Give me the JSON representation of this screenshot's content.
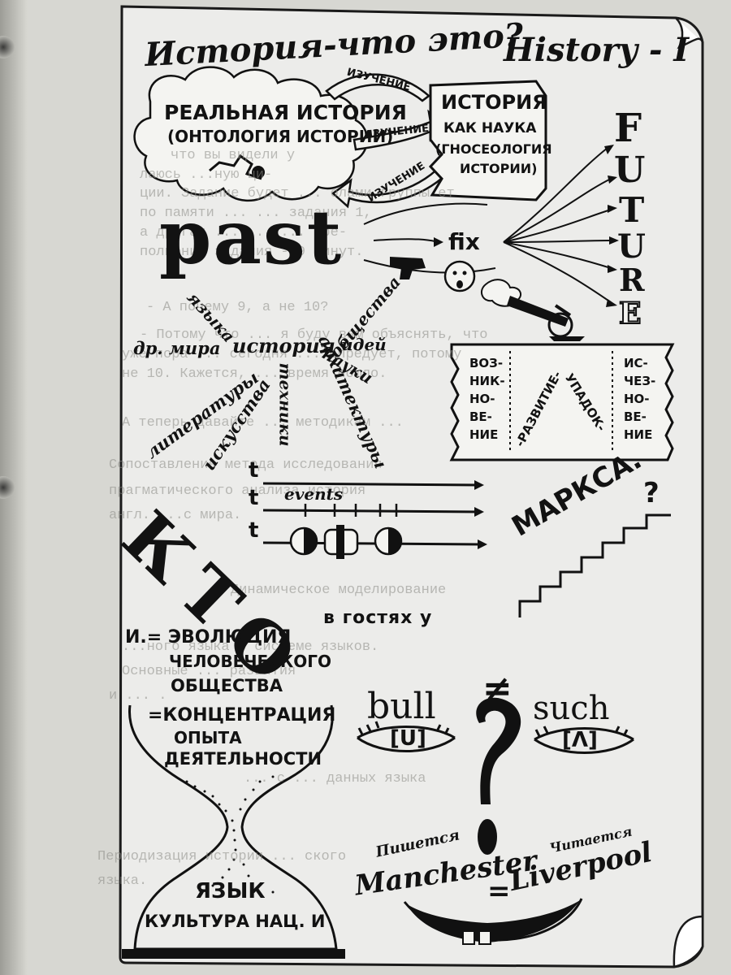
{
  "header": {
    "title_ru": "История-что это?",
    "title_en": "History - I"
  },
  "cloud": {
    "line1": "РЕАЛЬНАЯ ИСТОРИЯ",
    "line2": "(ОНТОЛОГИЯ ИСТОРИИ)"
  },
  "science_box": {
    "line1": "ИСТОРИЯ",
    "line2": "КАК НАУКА",
    "line3": "(ГНОСЕОЛОГИЯ",
    "line4": "ИСТОРИИ)"
  },
  "arrows": {
    "study_top": "ИЗУЧЕНИЕ",
    "study_mid": "ИЗУЧЕНИЕ",
    "study_bottom": "ИЗУЧЕНИЕ"
  },
  "timeline": {
    "past": "past",
    "fix": "fix",
    "future_letters": [
      "F",
      "U",
      "T",
      "U",
      "R",
      "E"
    ]
  },
  "history_of": {
    "center": "история",
    "branches": [
      "языка",
      "др. мира",
      "литературы",
      "искусства",
      "техники",
      "архитектуры",
      "науки",
      "идей",
      "общества"
    ]
  },
  "life_cycle": {
    "left": [
      "ВОЗ-",
      "НИК-",
      "НО-",
      "ВЕ-",
      "НИЕ"
    ],
    "rise": "-РАЗВИТИЕ-",
    "fall": "УПАДОК-",
    "right": [
      "ИС-",
      "ЧЕЗ-",
      "НО-",
      "ВЕ-",
      "НИЕ"
    ]
  },
  "events": {
    "t_label": "t",
    "label": "events"
  },
  "marx": {
    "kto": "КТО",
    "v_gostyakh": "в гостях у",
    "stairs": "МАРКСА.",
    "question": "?"
  },
  "hourglass": {
    "line1": "И.= ЭВОЛЮЦИЯ",
    "line2": "ЧЕЛОВЕЧЕСКОГО",
    "line3": "ОБЩЕСТВА",
    "line4": "=КОНЦЕНТРАЦИЯ",
    "line5": "ОПЫТА",
    "line6": "ДЕЯТЕЛЬНОСТИ",
    "bottom1": "ЯЗЫК",
    "bottom2": "КУЛЬТУРА НАЦ. И"
  },
  "phonetics": {
    "word1": "bull",
    "word2": "such",
    "ipa1": "[U]",
    "ipa2": "[Λ]",
    "not_equal": "≠"
  },
  "spelling": {
    "written": "Пишется",
    "read": "Читается",
    "word1": "Manchester",
    "equals": "=",
    "word2": "Liverpool"
  },
  "background_typed_text": [
    "что вы видели у",
    "лаюсь            ...ную ци-",
    "ции. Задание будет ... олами группы         ет",
    "по памяти         ...              ... задания 1,",
    "а другая ...              ...       ...   вре-",
    "полнение задания - 9 минут.",
    "- А почему 9, а не 10?",
    "- Потому что ... я буду вам объяснять, что",
    "уже пора ... сегодня ... спредует, потому",
    "не 10. Кажется, ... время пошло.",
    "А теперь давайте ... методикам           ...",
    "Сопоставление метода исследования",
    "прагматического анализа история",
    "англ. ...с мира.",
    "Динамическое моделирование",
    "...ного языка в системе языков.",
    "Основные ... развития",
    "и ... .",
    "... с ... данных языка",
    "Периодизация истории ... ского",
    "языка."
  ]
}
